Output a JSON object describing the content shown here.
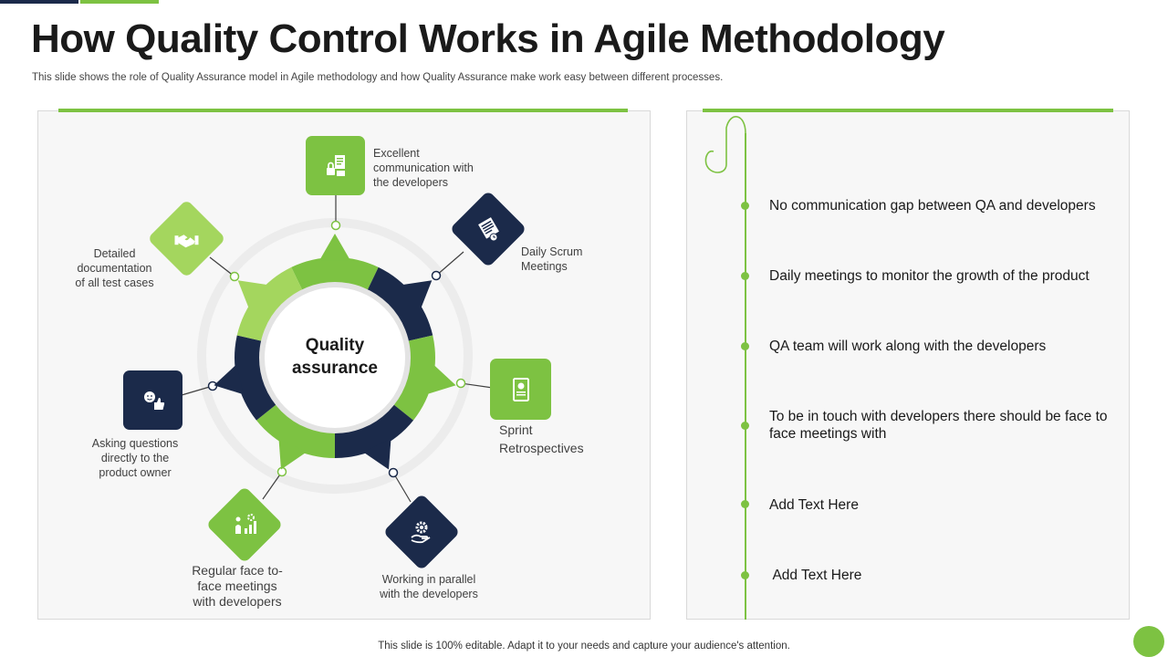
{
  "title": "How Quality Control Works in Agile Methodology",
  "subtitle": "This slide shows the role of Quality Assurance model in Agile methodology and how Quality Assurance make work easy between different processes.",
  "center": {
    "line1": "Quality",
    "line2": "assurance"
  },
  "nodes": [
    {
      "label1": "Excellent",
      "label2": "communication with",
      "label3": "the developers",
      "icon": "document-lock-icon",
      "color": "#7dc242"
    },
    {
      "label1": "Daily Scrum",
      "label2": "Meetings",
      "icon": "clipboard-clock-icon",
      "color": "#1b2a4a"
    },
    {
      "label1": "Sprint",
      "label2": "Retrospectives",
      "icon": "certificate-icon",
      "color": "#7dc242"
    },
    {
      "label1": "Working in parallel",
      "label2": "with the developers",
      "icon": "gear-hand-icon",
      "color": "#1b2a4a"
    },
    {
      "label1": "Regular face to-",
      "label2": "face meetings",
      "label3": "with developers",
      "icon": "team-growth-icon",
      "color": "#7dc242"
    },
    {
      "label1": "Asking questions",
      "label2": "directly to the",
      "label3": "product owner",
      "icon": "thumbs-up-face-icon",
      "color": "#1b2a4a"
    },
    {
      "label1": "Detailed",
      "label2": "documentation",
      "label3": "of all test cases",
      "icon": "handshake-icon",
      "color": "#a4d65e"
    }
  ],
  "points": [
    "No communication gap  between QA and developers",
    "Daily meetings to monitor the growth of the product",
    "QA team will work along with the developers",
    "To be in touch with developers there should be face to face meetings with",
    "Add Text Here",
    " Add Text Here"
  ],
  "footer": "This slide is 100% editable. Adapt it to your needs and capture your audience's attention.",
  "colors": {
    "green": "#7dc242",
    "light_green": "#a4d65e",
    "navy": "#1b2a4a"
  }
}
